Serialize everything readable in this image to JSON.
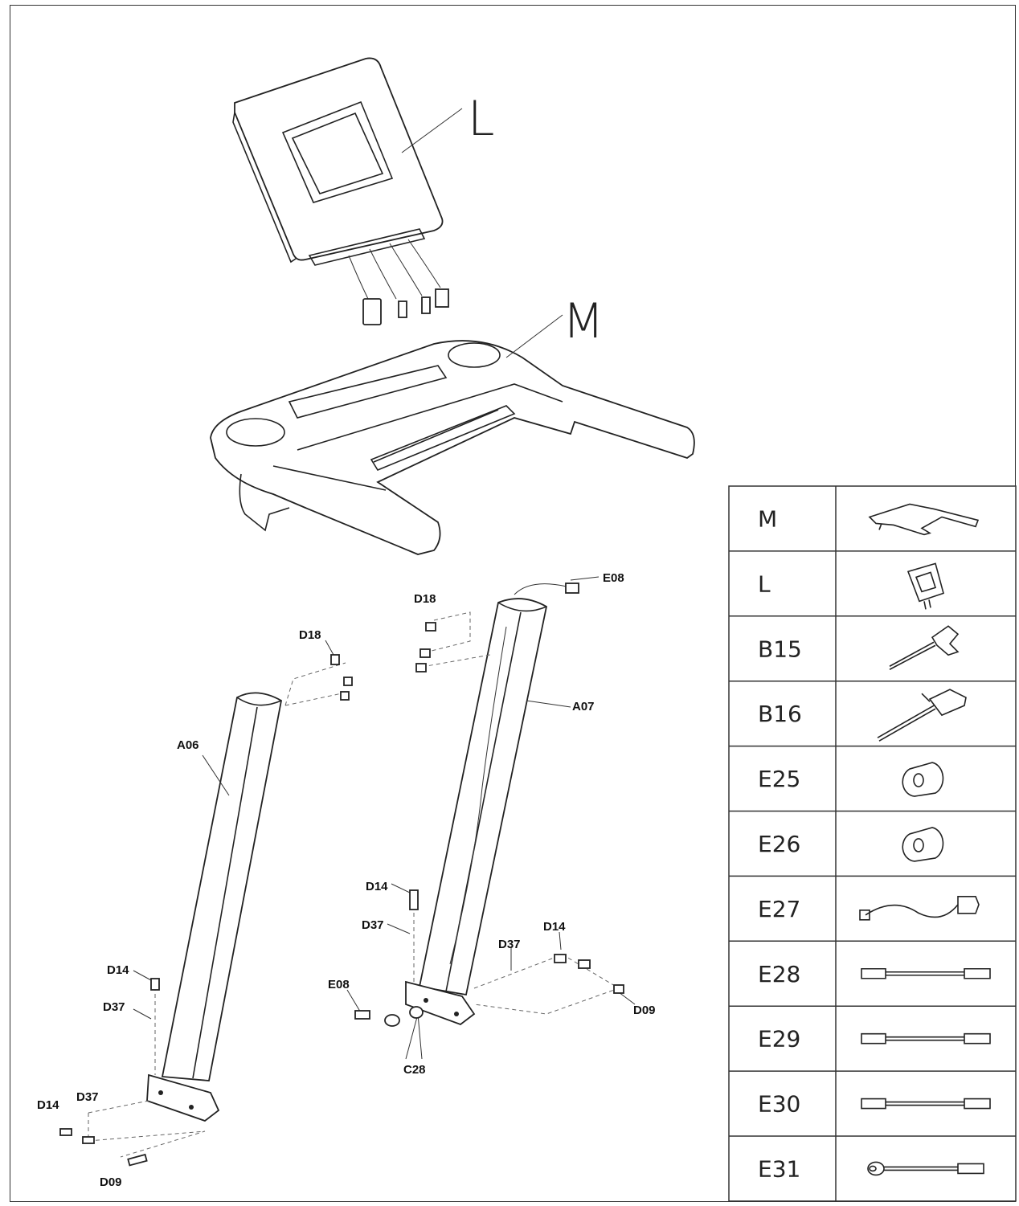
{
  "callouts": {
    "L": "L",
    "M": "M",
    "A06": "A06",
    "A07": "A07",
    "E08_top": "E08",
    "E08_bottom": "E08",
    "D18_left": "D18",
    "D18_right": "D18",
    "D14_left_upper": "D14",
    "D37_left_upper": "D37",
    "D14_left_lower": "D14",
    "D37_left_lower": "D37",
    "D09_left": "D09",
    "D14_right_upper": "D14",
    "D37_right_upper": "D37",
    "D14_right_lower": "D14",
    "D37_right_lower": "D37",
    "D09_right": "D09",
    "C28": "C28"
  },
  "parts_table": [
    {
      "code": "M",
      "icon": "console-frame-icon"
    },
    {
      "code": "L",
      "icon": "console-display-icon"
    },
    {
      "code": "B15",
      "icon": "wrench-tool-icon"
    },
    {
      "code": "B16",
      "icon": "allen-key-icon"
    },
    {
      "code": "E25",
      "icon": "ferrite-ring-icon"
    },
    {
      "code": "E26",
      "icon": "ferrite-ring-icon"
    },
    {
      "code": "E27",
      "icon": "power-cord-icon"
    },
    {
      "code": "E28",
      "icon": "connector-cable-icon"
    },
    {
      "code": "E29",
      "icon": "connector-cable-icon"
    },
    {
      "code": "E30",
      "icon": "connector-cable-icon"
    },
    {
      "code": "E31",
      "icon": "ground-cable-icon"
    }
  ]
}
